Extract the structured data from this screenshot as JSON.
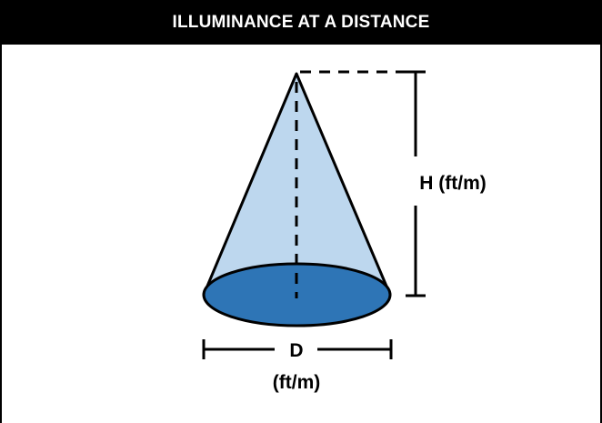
{
  "header": {
    "title": "ILLUMINANCE AT A DISTANCE"
  },
  "diagram": {
    "height_label": "H (ft/m)",
    "diameter_label": "D",
    "diameter_unit_label": "(ft/m)"
  },
  "colors": {
    "header_bg": "#000000",
    "cone_fill": "#bdd7ee",
    "base_fill": "#2e75b6",
    "stroke": "#000000"
  }
}
